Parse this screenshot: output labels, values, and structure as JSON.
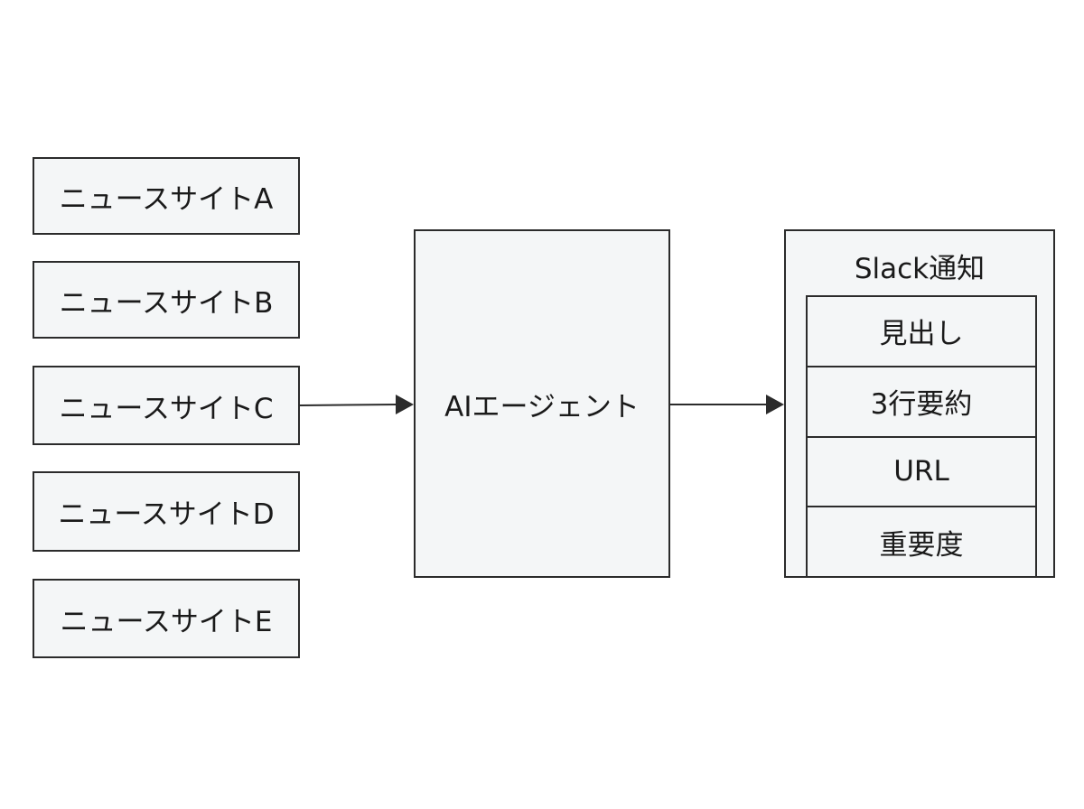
{
  "sources": [
    {
      "label": "ニュースサイトA"
    },
    {
      "label": "ニュースサイトB"
    },
    {
      "label": "ニュースサイトC"
    },
    {
      "label": "ニュースサイトD"
    },
    {
      "label": "ニュースサイトE"
    }
  ],
  "agent": {
    "label": "AIエージェント"
  },
  "slack": {
    "title": "Slack通知",
    "fields": [
      {
        "label": "見出し"
      },
      {
        "label": "3行要約"
      },
      {
        "label": "URL"
      },
      {
        "label": "重要度"
      }
    ]
  },
  "colors": {
    "box_fill": "#f4f6f7",
    "stroke": "#2b2b2b",
    "text": "#1a1a1a"
  }
}
